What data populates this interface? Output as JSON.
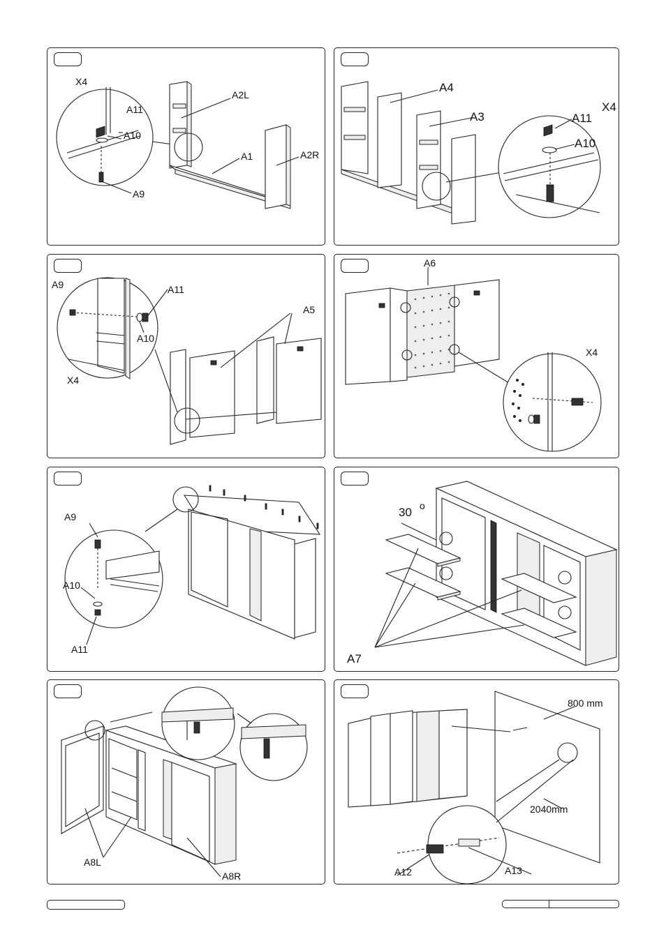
{
  "panels": [
    {
      "labels": {
        "qty": "X4",
        "nut": "A11",
        "washer": "A10",
        "bolt": "A9",
        "left_side": "A2L",
        "base": "A1",
        "right_side": "A2R"
      }
    },
    {
      "labels": {
        "partition": "A4",
        "divider": "A3",
        "qty": "X4",
        "nut": "A11",
        "washer": "A10"
      }
    },
    {
      "labels": {
        "bolt": "A9",
        "nut": "A11",
        "washer": "A10",
        "qty": "X4",
        "back_panel": "A5"
      }
    },
    {
      "labels": {
        "pegboard": "A6",
        "qty": "X4"
      }
    },
    {
      "labels": {
        "bolt": "A9",
        "washer": "A10",
        "nut": "A11"
      }
    },
    {
      "labels": {
        "angle": "30",
        "degree": "o",
        "shelf": "A7"
      }
    },
    {
      "labels": {
        "left_door": "A8L",
        "right_door": "A8R"
      }
    },
    {
      "labels": {
        "height_top": "800 mm",
        "height_floor": "2040mm",
        "screw": "A12",
        "plug": "A13"
      }
    }
  ]
}
